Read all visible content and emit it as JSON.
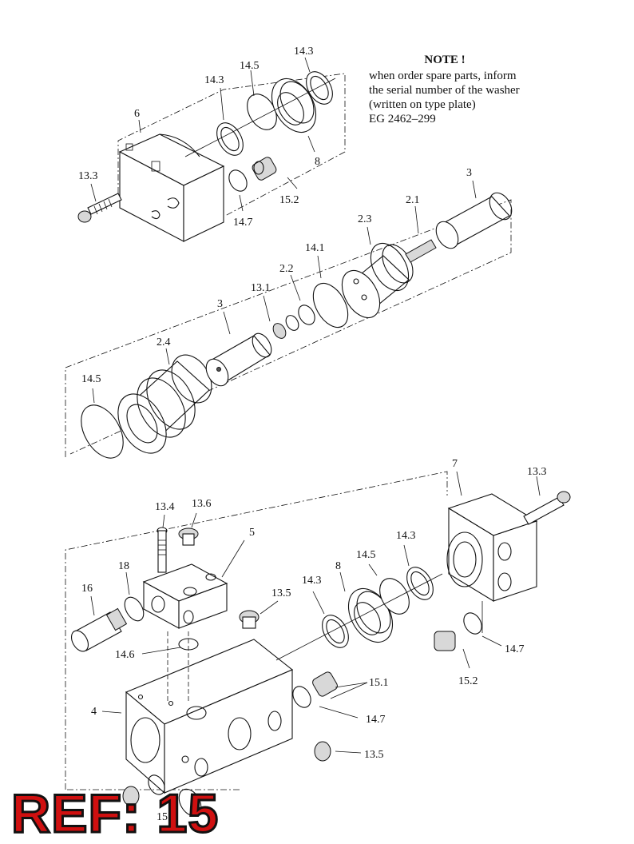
{
  "note": {
    "title": "NOTE !",
    "lines": [
      "when order spare parts, inform",
      "the serial number of the washer",
      "(written on type plate)",
      "EG 2462–299"
    ]
  },
  "badge": {
    "text": "REF: 15"
  },
  "labels": {
    "l_14_3_top": "14.3",
    "l_14_5_top": "14.5",
    "l_14_3_a": "14.3",
    "l_6": "6",
    "l_8_top": "8",
    "l_13_3_top": "13.3",
    "l_15_2_top": "15.2",
    "l_14_7_top": "14.7",
    "l_3_right": "3",
    "l_2_1": "2.1",
    "l_2_3": "2.3",
    "l_14_1": "14.1",
    "l_2_2": "2.2",
    "l_13_1": "13.1",
    "l_3_mid": "3",
    "l_2_4": "2.4",
    "l_14_5_mid": "14.5",
    "l_7": "7",
    "l_13_3_bot": "13.3",
    "l_13_4": "13.4",
    "l_13_6": "13.6",
    "l_5": "5",
    "l_14_3_b": "14.3",
    "l_14_5_bot": "14.5",
    "l_18": "18",
    "l_8_bot": "8",
    "l_14_3_c": "14.3",
    "l_16": "16",
    "l_13_5_a": "13.5",
    "l_14_7_bot": "14.7",
    "l_14_6": "14.6",
    "l_15_1": "15.1",
    "l_15_2_bot": "15.2",
    "l_4": "4",
    "l_14_7_c": "14.7",
    "l_13_5_b": "13.5",
    "l_15_bottom": "15"
  }
}
